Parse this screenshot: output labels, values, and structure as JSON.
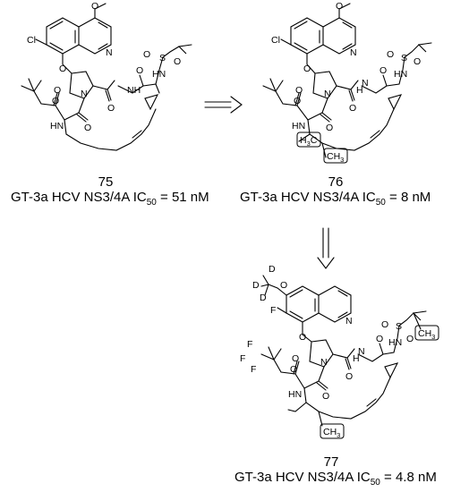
{
  "compounds": [
    {
      "id": "75",
      "target": "GT-3a HCV NS3/4A IC",
      "subscript": "50",
      "value": "= 51 nM"
    },
    {
      "id": "76",
      "target": "GT-3a HCV NS3/4A IC",
      "subscript": "50",
      "value": "= 8 nM"
    },
    {
      "id": "77",
      "target": "GT-3a HCV NS3/4A IC",
      "subscript": "50",
      "value": "= 4.8 nM"
    }
  ],
  "atoms": {
    "Cl": "Cl",
    "O": "O",
    "N": "N",
    "H": "H",
    "HN": "HN",
    "NH": "NH",
    "S": "S",
    "F": "F",
    "D": "D",
    "H3C": "H3C",
    "CH3": "CH3",
    "H3C_main": "H",
    "H3C_sub": "3",
    "H3C_tail": "C",
    "CH3_main": "CH",
    "CH3_sub": "3"
  },
  "arrows": [
    "arrow-right",
    "arrow-down"
  ],
  "highlight_color": "#000000"
}
